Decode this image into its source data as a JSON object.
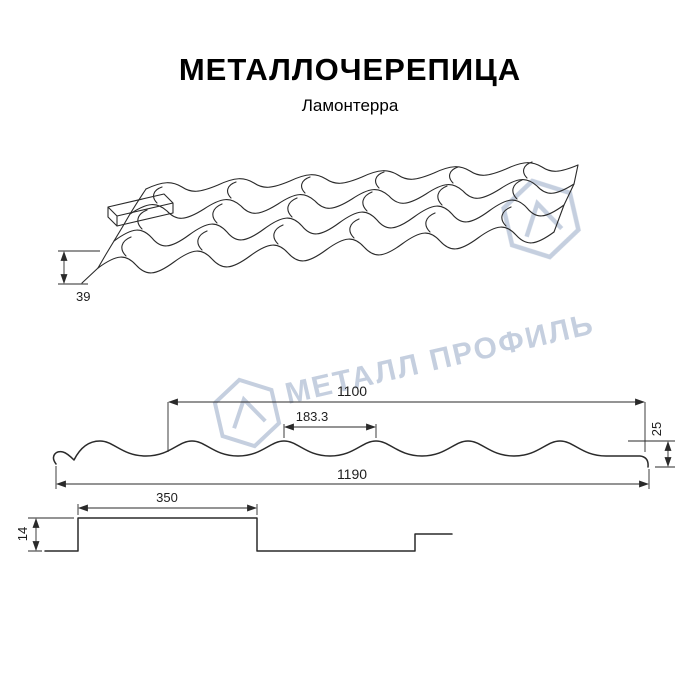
{
  "header": {
    "title": "МЕТАЛЛОЧЕРЕПИЦА",
    "subtitle": "Ламонтерра"
  },
  "watermark": {
    "text": "МЕТАЛЛ ПРОФИЛЬ",
    "color": "#b7c4d8",
    "logo_icon": "hexagon-logo"
  },
  "drawings": {
    "perspective_view": {
      "dim_eave_height": "39"
    },
    "cross_section": {
      "dim_cover_width": "1100",
      "dim_wave_pitch": "183.3",
      "dim_profile_height": "25",
      "dim_overall_width": "1190"
    },
    "longitudinal_step": {
      "dim_module_length": "350",
      "dim_step_height": "14"
    }
  },
  "colors": {
    "line": "#2a2a2a",
    "background": "#ffffff"
  }
}
